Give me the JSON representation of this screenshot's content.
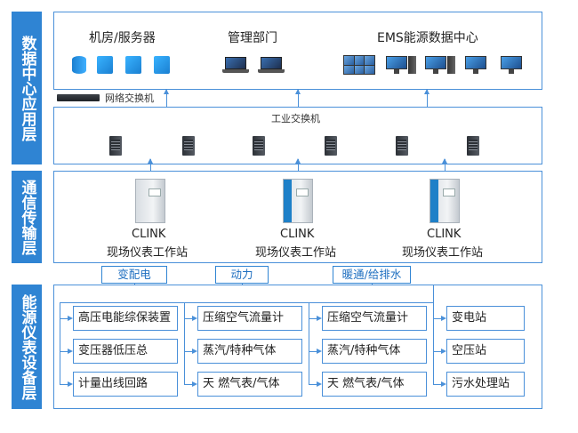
{
  "layers": [
    {
      "name": "数据中心应用层"
    },
    {
      "name": "通信传输层"
    },
    {
      "name": "能源仪表设备层"
    }
  ],
  "application_layer": {
    "groups": [
      {
        "title": "机房/服务器",
        "icons": [
          "database-icon",
          "server-icon",
          "server-icon",
          "server-globe-icon"
        ]
      },
      {
        "title": "管理部门",
        "icons": [
          "laptop-icon",
          "laptop-icon"
        ]
      },
      {
        "title": "EMS能源数据中心",
        "icons": [
          "video-wall-icon",
          "desktop-computer-icon",
          "desktop-computer-icon",
          "monitor-icon",
          "monitor-icon"
        ]
      }
    ],
    "network_switch_label": "网络交换机"
  },
  "industrial_switch": {
    "title": "工业交换机",
    "switch_count": 6
  },
  "transmission_layer": {
    "stations": [
      {
        "brand": "CLINK",
        "label": "现场仪表工作站"
      },
      {
        "brand": "CLINK",
        "label": "现场仪表工作站"
      },
      {
        "brand": "CLINK",
        "label": "现场仪表工作站"
      }
    ]
  },
  "device_layer": {
    "categories": [
      {
        "label": "变配电",
        "items": [
          "高压电能综保装置",
          "变压器低压总",
          "计量出线回路"
        ]
      },
      {
        "label": "动力",
        "items": [
          "压缩空气流量计",
          "蒸汽/特种气体",
          "天 燃气表/气体"
        ]
      },
      {
        "label": "暖通/给排水",
        "items": [
          "压缩空气流量计",
          "蒸汽/特种气体",
          "天 燃气表/气体"
        ]
      },
      {
        "label": "",
        "items": [
          "变电站",
          "空压站",
          "污水处理站"
        ]
      }
    ]
  },
  "colors": {
    "accent": "#2f84d3",
    "border": "#4a90d9"
  }
}
